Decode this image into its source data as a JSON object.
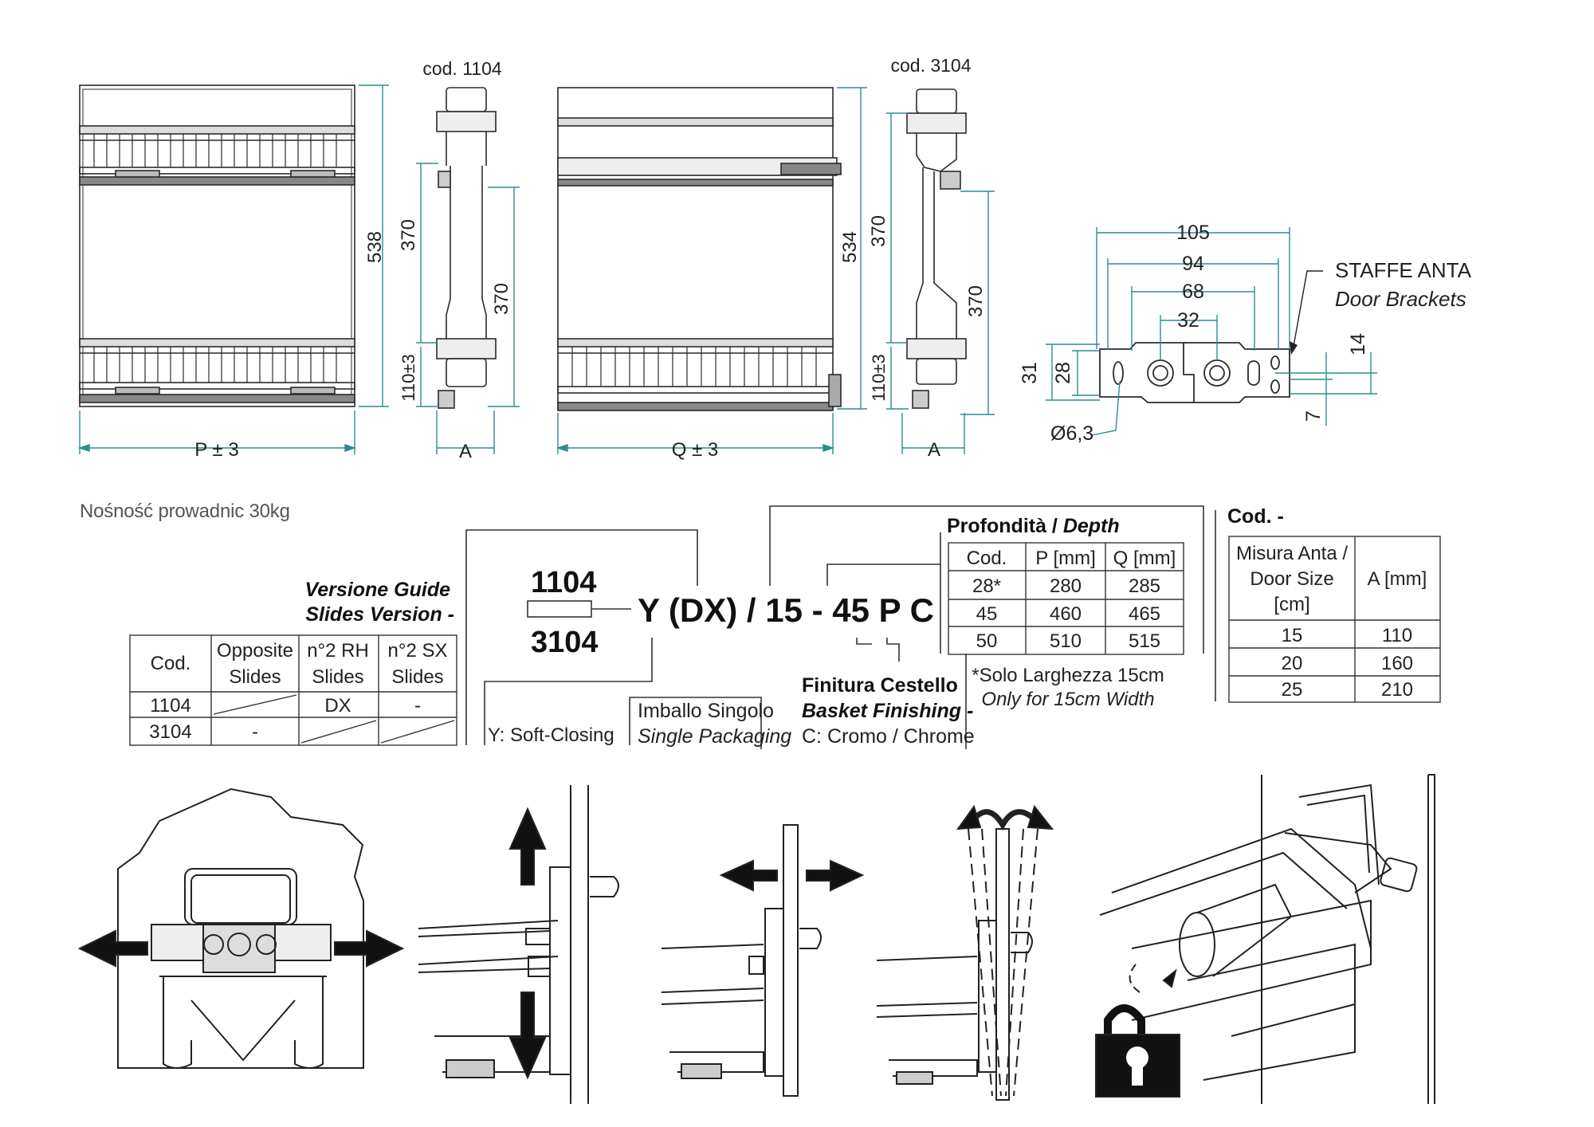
{
  "drawing": {
    "views": [
      {
        "code": "cod. 1104",
        "width_label": "P ± 3",
        "height_total": "538",
        "height_upper": "370",
        "height_lower": "370",
        "height_base": "110±3",
        "depth_label": "A"
      },
      {
        "code": "cod. 3104",
        "width_label": "Q ± 3",
        "height_total": "534",
        "height_upper": "370",
        "height_lower": "370",
        "height_base": "110±3",
        "depth_label": "A"
      }
    ],
    "bracket": {
      "title": "STAFFE ANTA",
      "subtitle": "Door Brackets",
      "dims_horizontal": [
        "105",
        "94",
        "68",
        "32"
      ],
      "dims_vertical": [
        "31",
        "28",
        "14",
        "7"
      ],
      "hole": "Ø6,3"
    }
  },
  "note": "Nośność prowadnic 30kg",
  "code_scheme": {
    "code_top": "1104",
    "code_bottom": "3104",
    "suffix": "Y (DX) / 15 - 45 P C",
    "slides_version": {
      "title_it": "Versione Guide",
      "title_en": "Slides Version -",
      "headers": [
        [
          "Cod."
        ],
        [
          "Opposite",
          "Slides"
        ],
        [
          "n°2 RH",
          "Slides"
        ],
        [
          "n°2 SX",
          "Slides"
        ]
      ],
      "rows": [
        [
          "1104",
          "",
          "DX",
          "-"
        ],
        [
          "3104",
          "-",
          "",
          ""
        ]
      ]
    },
    "softclose": "Y: Soft-Closing",
    "packaging_it": "Imballo Singolo",
    "packaging_en": "Single Packaging",
    "finish_it": "Finitura Cestello",
    "finish_en": "Basket Finishing -",
    "finish_value": "C: Cromo / Chrome",
    "depth": {
      "title_it": "Profondità / ",
      "title_en": "Depth",
      "headers": [
        "Cod.",
        "P [mm]",
        "Q [mm]"
      ],
      "rows": [
        [
          "28*",
          "280",
          "285"
        ],
        [
          "45",
          "460",
          "465"
        ],
        [
          "50",
          "510",
          "515"
        ]
      ],
      "footnote_it": "*Solo Larghezza 15cm",
      "footnote_en": "Only for 15cm Width"
    },
    "door": {
      "title": "Cod. -",
      "headers": [
        [
          "Misura Anta /",
          "Door Size",
          "[cm]"
        ],
        [
          "A [mm]"
        ]
      ],
      "rows": [
        [
          "15",
          "110"
        ],
        [
          "20",
          "160"
        ],
        [
          "25",
          "210"
        ]
      ]
    }
  },
  "colors": {
    "dimension": "#2c8c93",
    "line": "#2b2b2b"
  }
}
